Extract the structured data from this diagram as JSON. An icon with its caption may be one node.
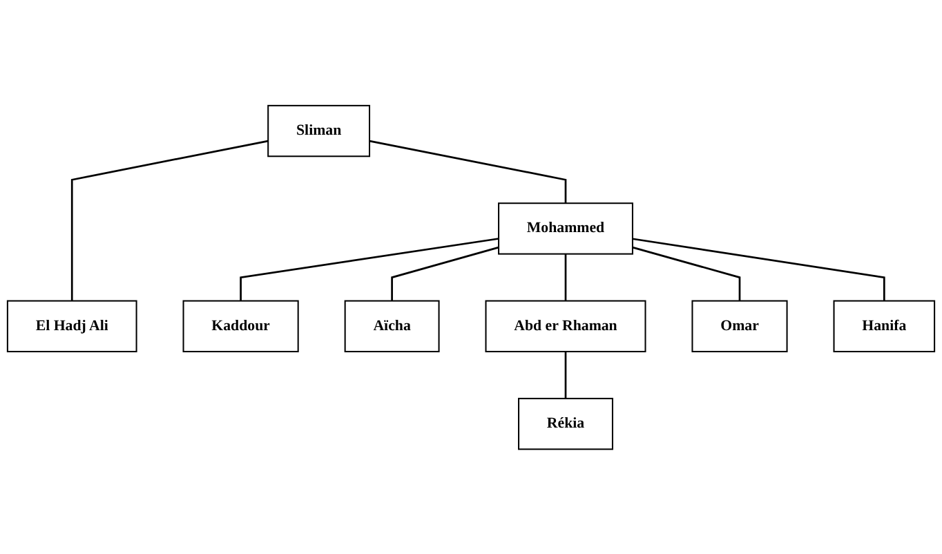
{
  "diagram": {
    "nodes": [
      {
        "text": [
          "Sliman"
        ]
      },
      {
        "text": [
          "Mohammed"
        ]
      },
      {
        "text": [
          "El Hadj Ali"
        ]
      },
      {
        "text": [
          "Kaddour"
        ]
      },
      {
        "text": [
          "Aïcha"
        ]
      },
      {
        "text": [
          "Abd er Rhaman"
        ]
      },
      {
        "text": [
          "Omar"
        ]
      },
      {
        "text": [
          "Hanifa"
        ]
      },
      {
        "text": [
          "Rékia"
        ]
      }
    ],
    "edges": [
      {
        "from": 0,
        "to": 1,
        "arrow": "none"
      },
      {
        "from": 0,
        "to": 2,
        "arrow": "none"
      },
      {
        "from": 1,
        "to": 3,
        "arrow": "none"
      },
      {
        "from": 1,
        "to": 4,
        "arrow": "none"
      },
      {
        "from": 1,
        "to": 5,
        "arrow": "none"
      },
      {
        "from": 1,
        "to": 6,
        "arrow": "none"
      },
      {
        "from": 1,
        "to": 7,
        "arrow": "none"
      },
      {
        "from": 5,
        "to": 8,
        "arrow": "none"
      }
    ]
  }
}
